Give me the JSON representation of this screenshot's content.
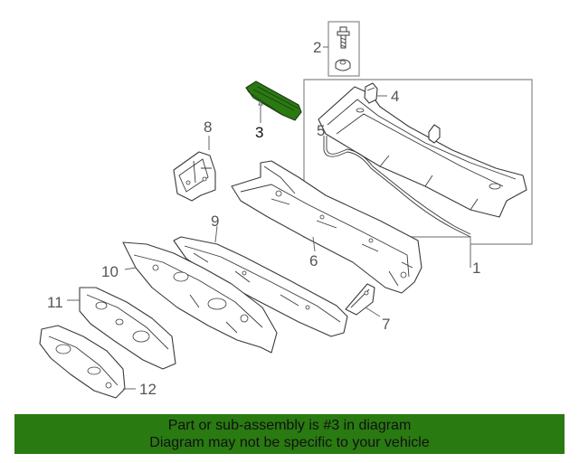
{
  "diagram": {
    "highlight_color": "#2a7a12",
    "callouts": [
      "1",
      "2",
      "3",
      "4",
      "5",
      "6",
      "7",
      "8",
      "9",
      "10",
      "11",
      "12"
    ]
  },
  "banner": {
    "line1": "Part or sub-assembly is #3 in diagram",
    "line2": "Diagram may not be specific to your vehicle",
    "background": "#2a7a12"
  }
}
